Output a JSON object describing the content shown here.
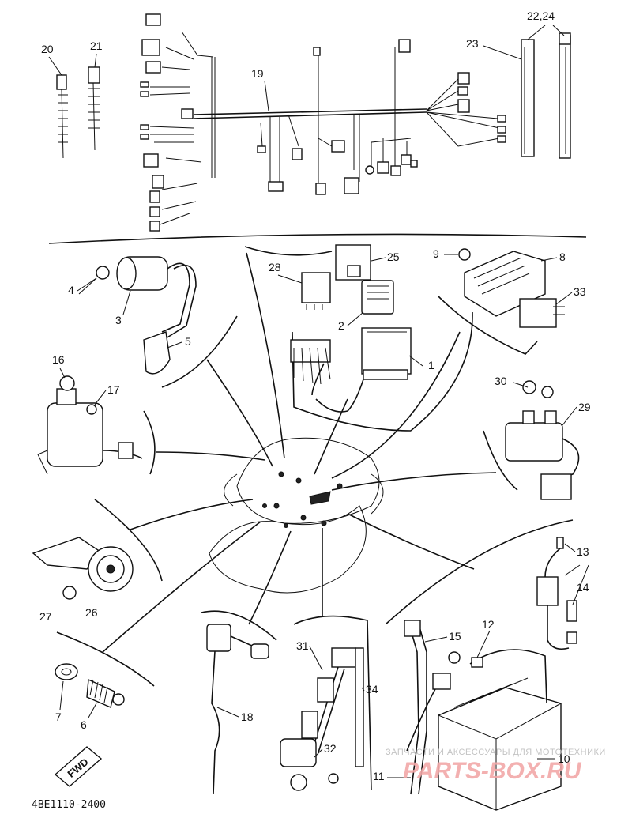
{
  "diagram_code": "4BE1110-2400",
  "fwd_label": "FWD",
  "watermark": {
    "line1": "ЗАПЧАСТИ И АКСЕССУАРЫ ДЛЯ МОТОТЕХНИКИ",
    "line2": "PARTS-BOX.RU"
  },
  "callouts": {
    "c1": "1",
    "c2": "2",
    "c3": "3",
    "c4": "4",
    "c5": "5",
    "c6": "6",
    "c7": "7",
    "c8": "8",
    "c9": "9",
    "c10": "10",
    "c11": "11",
    "c12": "12",
    "c13": "13",
    "c14": "14",
    "c15": "15",
    "c16": "16",
    "c17": "17",
    "c18": "18",
    "c19": "19",
    "c20": "20",
    "c21": "21",
    "c22_24": "22,24",
    "c23": "23",
    "c25": "25",
    "c26": "26",
    "c27": "27",
    "c28": "28",
    "c29": "29",
    "c30": "30",
    "c31": "31",
    "c32": "32",
    "c33": "33",
    "c34": "34"
  }
}
